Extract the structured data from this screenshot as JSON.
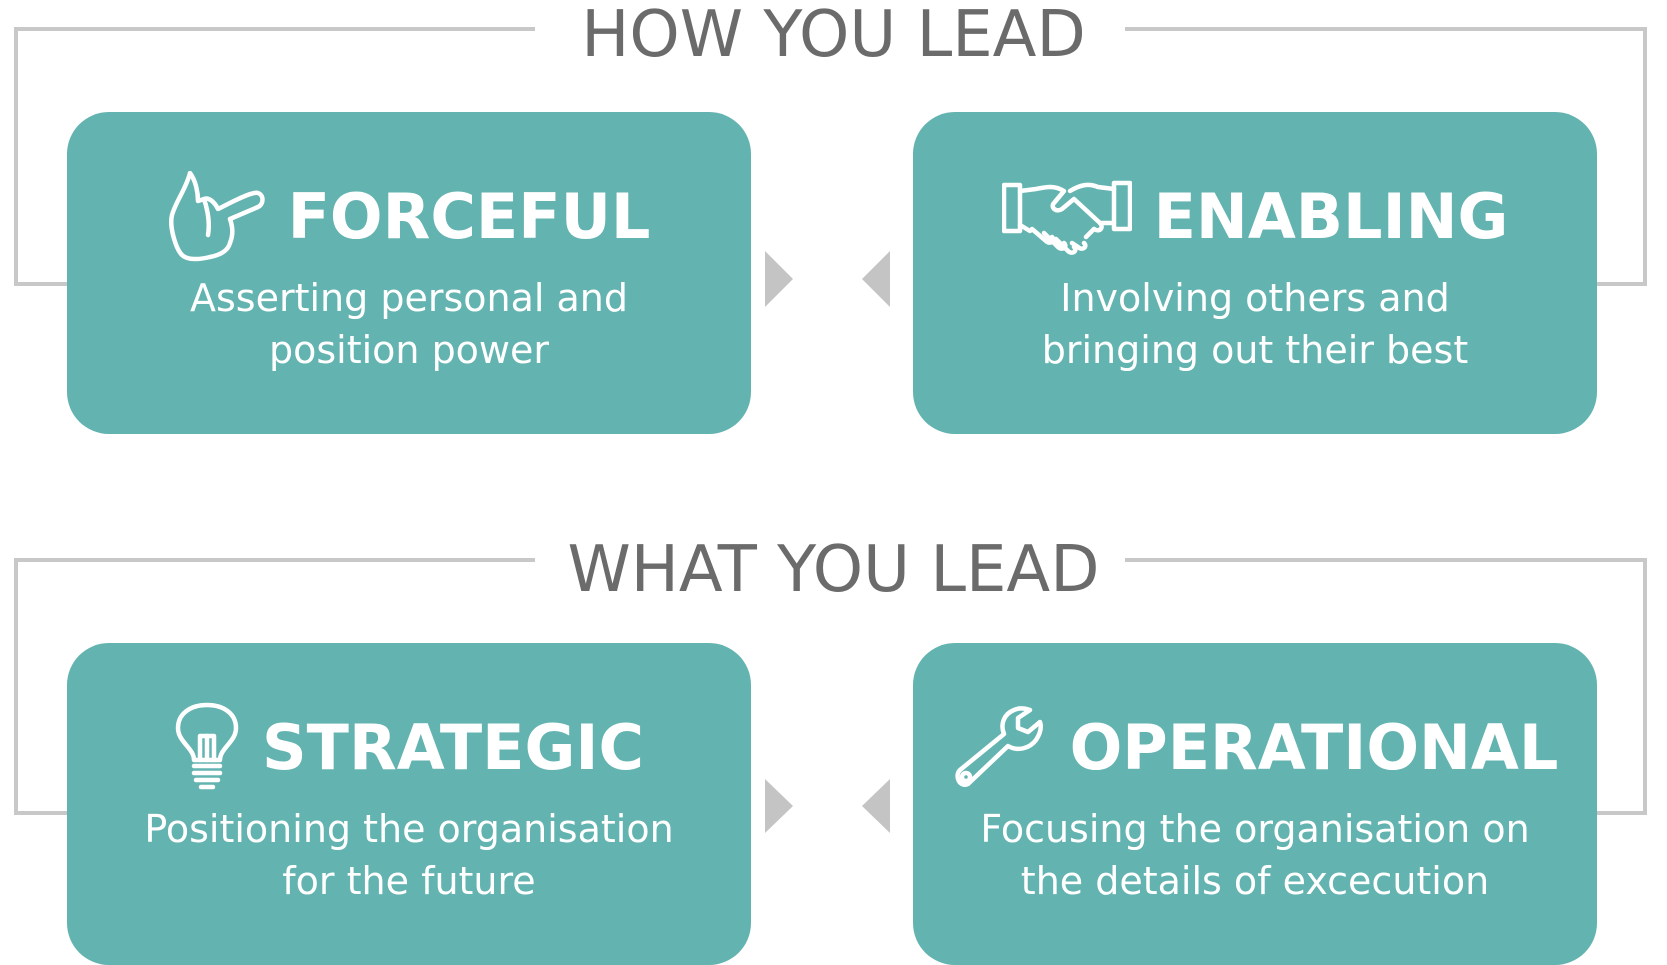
{
  "colors": {
    "card_bg": "#63b3b0",
    "card_text": "#ffffff",
    "frame_line": "#c8c8c8",
    "title_text": "#6b6b6b",
    "arrow": "#c4c4c4"
  },
  "sections": [
    {
      "title": "HOW YOU LEAD",
      "cards": [
        {
          "icon": "pointing-hand-icon",
          "title": "FORCEFUL",
          "desc_line1": "Asserting personal and",
          "desc_line2": "position power"
        },
        {
          "icon": "handshake-icon",
          "title": "ENABLING",
          "desc_line1": "Involving others and",
          "desc_line2": "bringing out their best"
        }
      ]
    },
    {
      "title": "WHAT YOU LEAD",
      "cards": [
        {
          "icon": "lightbulb-icon",
          "title": "STRATEGIC",
          "desc_line1": "Positioning the organisation",
          "desc_line2": "for the future"
        },
        {
          "icon": "wrench-icon",
          "title": "OPERATIONAL",
          "desc_line1": "Focusing the organisation on",
          "desc_line2": "the details of excecution"
        }
      ]
    }
  ]
}
